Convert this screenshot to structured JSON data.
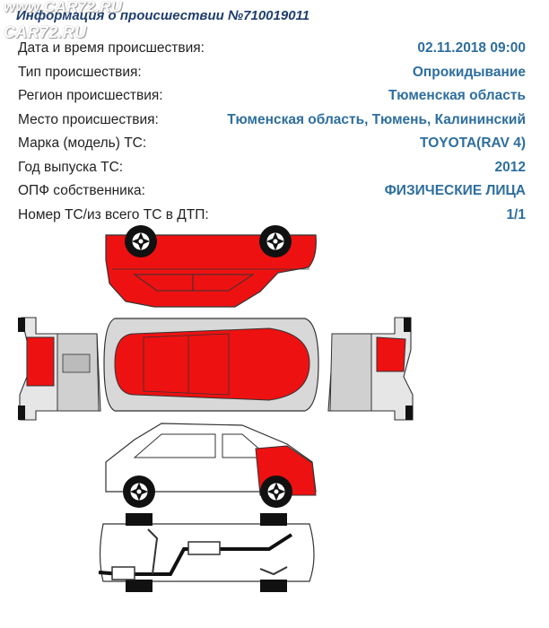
{
  "watermark": {
    "line1": "www.CAR72.RU",
    "line2": "CAR72.RU"
  },
  "title": "Информация о происшествии №710019011",
  "rows": [
    {
      "label": "Дата и время происшествия:",
      "value": "02.11.2018 09:00"
    },
    {
      "label": "Тип происшествия:",
      "value": "Опрокидывание"
    },
    {
      "label": "Регион происшествия:",
      "value": "Тюменская область"
    },
    {
      "label": "Место происшествия:",
      "value": "Тюменская область, Тюмень, Калининский"
    },
    {
      "label": "Марка (модель) ТС:",
      "value": "TOYOTA(RAV 4)"
    },
    {
      "label": "Год выпуска ТС:",
      "value": "2012"
    },
    {
      "label": "ОПФ собственника:",
      "value": "ФИЗИЧЕСКИЕ ЛИЦА"
    },
    {
      "label": "Номер ТС/из всего ТС в ДТП:",
      "value": "1/1"
    }
  ],
  "colors": {
    "damage": "#ee1111",
    "title": "#1f3e6e",
    "value": "#2e6e9e"
  }
}
